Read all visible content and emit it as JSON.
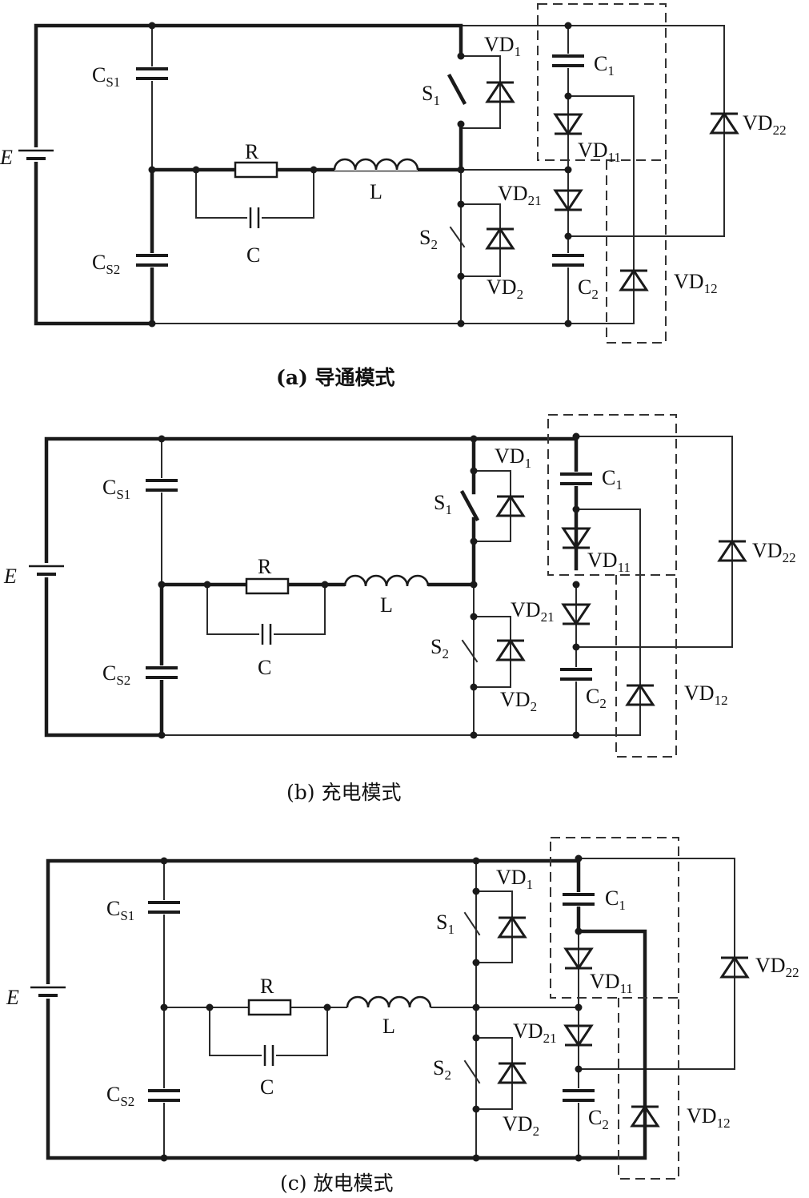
{
  "panels": [
    {
      "caption": "(a) 导通模式"
    },
    {
      "caption": "(b) 充电模式"
    },
    {
      "caption": "(c) 放电模式"
    }
  ],
  "labels": {
    "E": "E",
    "C": "C",
    "S": "S",
    "S1_sub": "S1",
    "S2_sub": "S2",
    "R": "R",
    "L": "L",
    "VD": "VD",
    "sub1": "1",
    "sub2": "2",
    "sub11": "11",
    "sub12": "12",
    "sub21": "21",
    "sub22": "22"
  }
}
